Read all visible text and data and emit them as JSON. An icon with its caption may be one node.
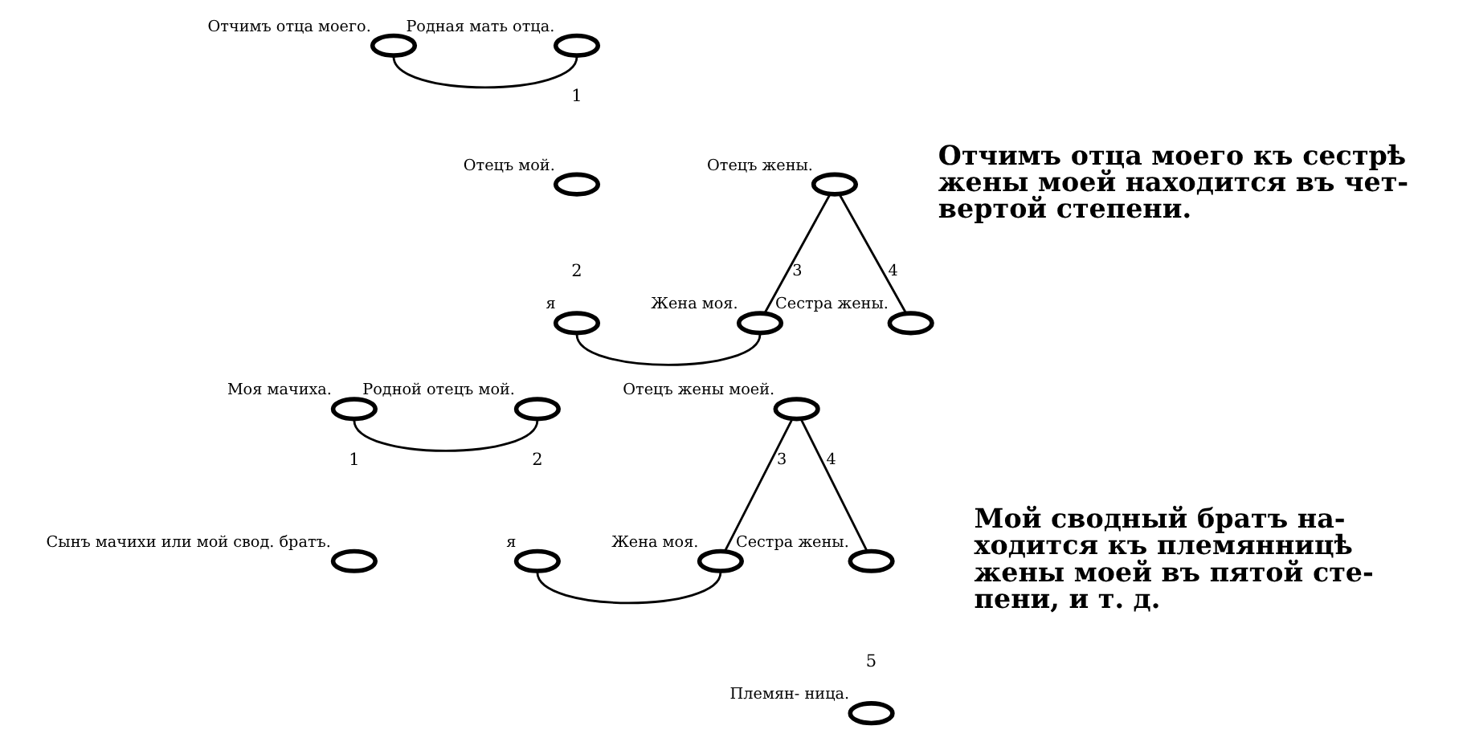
{
  "diagram": {
    "nodes": [
      {
        "text": [],
        "shape": "ellipse",
        "beside": [
          "Отчимъ отца моего."
        ]
      },
      {
        "text": [],
        "shape": "ellipse",
        "beside": [
          "Родная мать отца."
        ]
      },
      {
        "text": [],
        "shape": "ellipse",
        "beside": [
          "Отецъ мой."
        ]
      },
      {
        "text": [],
        "shape": "ellipse",
        "beside": [
          "я"
        ]
      },
      {
        "text": [],
        "shape": "ellipse",
        "beside": [
          "Жена моя."
        ]
      },
      {
        "text": [],
        "shape": "ellipse",
        "beside": [
          "Отецъ жены."
        ]
      },
      {
        "text": [],
        "shape": "ellipse",
        "beside": [
          "Сестра жены."
        ]
      },
      {
        "text": [],
        "shape": "ellipse",
        "beside": [
          "Моя мачиха."
        ]
      },
      {
        "text": [],
        "shape": "ellipse",
        "beside": [
          "Родной отецъ мой."
        ]
      },
      {
        "text": [],
        "shape": "ellipse",
        "beside": [
          "Сынъ мачихи или мой свод. братъ."
        ]
      },
      {
        "text": [],
        "shape": "ellipse",
        "beside": [
          "я"
        ]
      },
      {
        "text": [],
        "shape": "ellipse",
        "beside": [
          "Жена моя."
        ]
      },
      {
        "text": [],
        "shape": "ellipse",
        "beside": [
          "Отецъ жены моей."
        ]
      },
      {
        "text": [],
        "shape": "ellipse",
        "beside": [
          "Сестра жены."
        ]
      },
      {
        "text": [],
        "shape": "ellipse",
        "beside": [
          "Племян- ница."
        ]
      }
    ],
    "edges": [
      {
        "from": 0,
        "to": 1,
        "arrow": "none"
      },
      {
        "from": 3,
        "to": 4,
        "arrow": "none"
      },
      {
        "from": 5,
        "to": 4,
        "arrow": "none",
        "label": "3"
      },
      {
        "from": 5,
        "to": 6,
        "arrow": "none",
        "label": "4"
      },
      {
        "from": 7,
        "to": 8,
        "arrow": "none"
      },
      {
        "from": 10,
        "to": 11,
        "arrow": "none"
      },
      {
        "from": 12,
        "to": 11,
        "arrow": "none",
        "label": "3"
      },
      {
        "from": 12,
        "to": 13,
        "arrow": "none",
        "label": "4"
      }
    ],
    "labels": [
      "1",
      "2",
      "Отчимъ отца моего къ сестрѣ жены моей находится въ чет- вертой степени.",
      "1",
      "2",
      "5",
      "Мой сводный братъ на- ходится къ племянницѣ жены моей въ пятой сте- пени, и т. д."
    ]
  }
}
